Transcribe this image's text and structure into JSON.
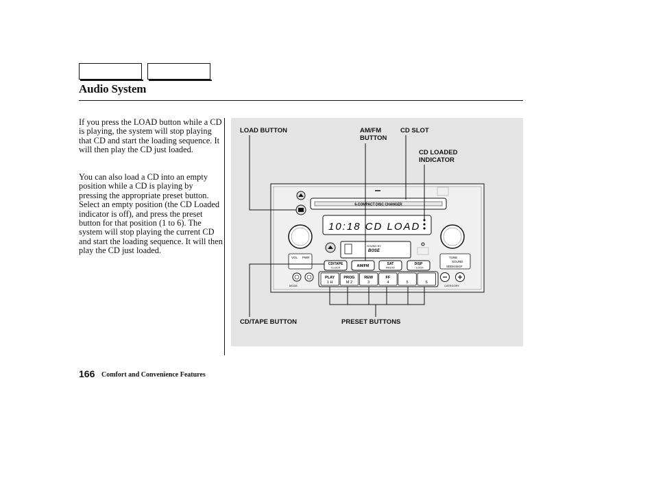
{
  "header": {
    "title": "Audio System"
  },
  "body": {
    "paragraph1": "If you press the LOAD button while a CD is playing, the system will stop playing that CD and start the loading sequence. It will then play the CD just loaded.",
    "paragraph2": "You can also load a CD into an empty position while a CD is playing by pressing the appropriate preset button. Select an empty position (the CD Loaded indicator is off), and press the preset button for that position (1 to 6). The system will stop playing the current CD and start the loading sequence. It will then play the CD just loaded."
  },
  "figure": {
    "callouts": {
      "load_button": "LOAD BUTTON",
      "amfm_line1": "AM/FM",
      "amfm_line2": "BUTTON",
      "cd_slot": "CD SLOT",
      "cd_loaded_line1": "CD LOADED",
      "cd_loaded_line2": "INDICATOR",
      "cdtape_button": "CD/TAPE BUTTON",
      "preset_buttons": "PRESET BUTTONS"
    },
    "radio": {
      "slot_text": "6-COMPACT DISC CHANGER",
      "display": "10:18 CD LOAD",
      "sound_by": "SOUND BY",
      "brand": "BOSE",
      "btn_cdtape": "CD/TAPE",
      "btn_cdtape_sub": "CLOCK",
      "btn_amfm": "AM/FM",
      "btn_sat": "SAT",
      "btn_sat_sub": "RADIO",
      "btn_disp": "DISP",
      "btn_disp_sub": "←LOCK",
      "vol": "VOL",
      "pwr": "PWR",
      "mode": "MODE",
      "category": "CATEGORY",
      "tune": "TUNE",
      "sound": "SOUND",
      "seek_skip": "SEEK/SKIP",
      "presets": [
        {
          "top": "PLAY",
          "bottom": "1 H"
        },
        {
          "top": "PROG",
          "bottom": "M 2"
        },
        {
          "top": "REW",
          "bottom": "3"
        },
        {
          "top": "FF",
          "bottom": "4"
        },
        {
          "top": "",
          "bottom": "5"
        },
        {
          "top": "",
          "bottom": "6"
        }
      ]
    }
  },
  "footer": {
    "page_number": "166",
    "section": "Comfort and Convenience Features"
  }
}
